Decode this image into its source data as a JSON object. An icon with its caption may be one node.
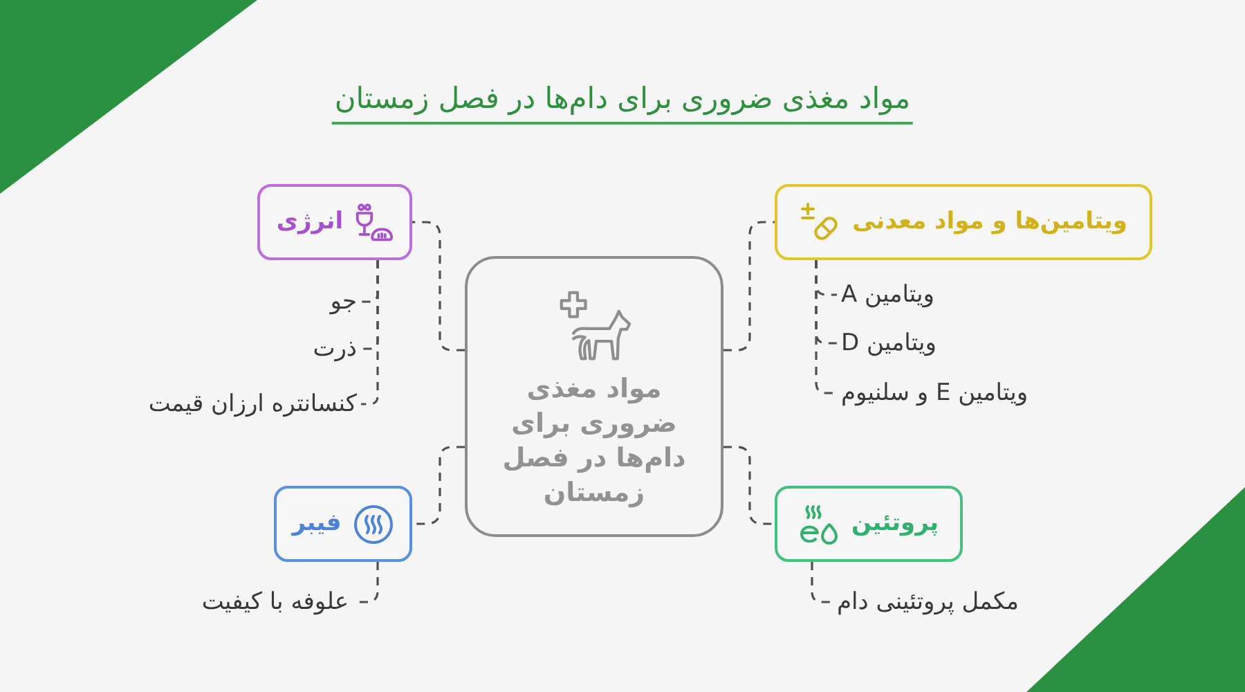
{
  "diagram": {
    "title": "مواد مغذی ضروری برای دام‌ها در فصل زمستان",
    "nodes": [
      {
        "text": [
          "مواد مغذی ضروری برای دام‌ها در فصل زمستان"
        ]
      },
      {
        "text": [
          "انرژی"
        ]
      },
      {
        "text": [
          "جو"
        ]
      },
      {
        "text": [
          "ذرت"
        ]
      },
      {
        "text": [
          "کنسانتره ارزان قیمت"
        ]
      },
      {
        "text": [
          "ویتامین‌ها و مواد معدنی"
        ]
      },
      {
        "text": [
          "ویتامین A"
        ]
      },
      {
        "text": [
          "ویتامین D"
        ]
      },
      {
        "text": [
          "ویتامین E و سلنیوم"
        ]
      },
      {
        "text": [
          "فیبر"
        ]
      },
      {
        "text": [
          "علوفه با کیفیت"
        ]
      },
      {
        "text": [
          "پروتئین"
        ]
      },
      {
        "text": [
          "مکمل پروتئینی دام"
        ]
      }
    ],
    "edges": [
      {
        "from": 0,
        "to": 1,
        "arrow": "none",
        "style": "dashed"
      },
      {
        "from": 1,
        "to": 2,
        "arrow": "none",
        "style": "dashed"
      },
      {
        "from": 1,
        "to": 3,
        "arrow": "none",
        "style": "dashed"
      },
      {
        "from": 1,
        "to": 4,
        "arrow": "none",
        "style": "dashed"
      },
      {
        "from": 0,
        "to": 5,
        "arrow": "none",
        "style": "dashed"
      },
      {
        "from": 5,
        "to": 6,
        "arrow": "none",
        "style": "dashed"
      },
      {
        "from": 5,
        "to": 7,
        "arrow": "none",
        "style": "dashed"
      },
      {
        "from": 5,
        "to": 8,
        "arrow": "none",
        "style": "dashed"
      },
      {
        "from": 0,
        "to": 9,
        "arrow": "none",
        "style": "dashed"
      },
      {
        "from": 9,
        "to": 10,
        "arrow": "none",
        "style": "dashed"
      },
      {
        "from": 0,
        "to": 11,
        "arrow": "none",
        "style": "dashed"
      },
      {
        "from": 11,
        "to": 12,
        "arrow": "none",
        "style": "dashed"
      }
    ]
  }
}
